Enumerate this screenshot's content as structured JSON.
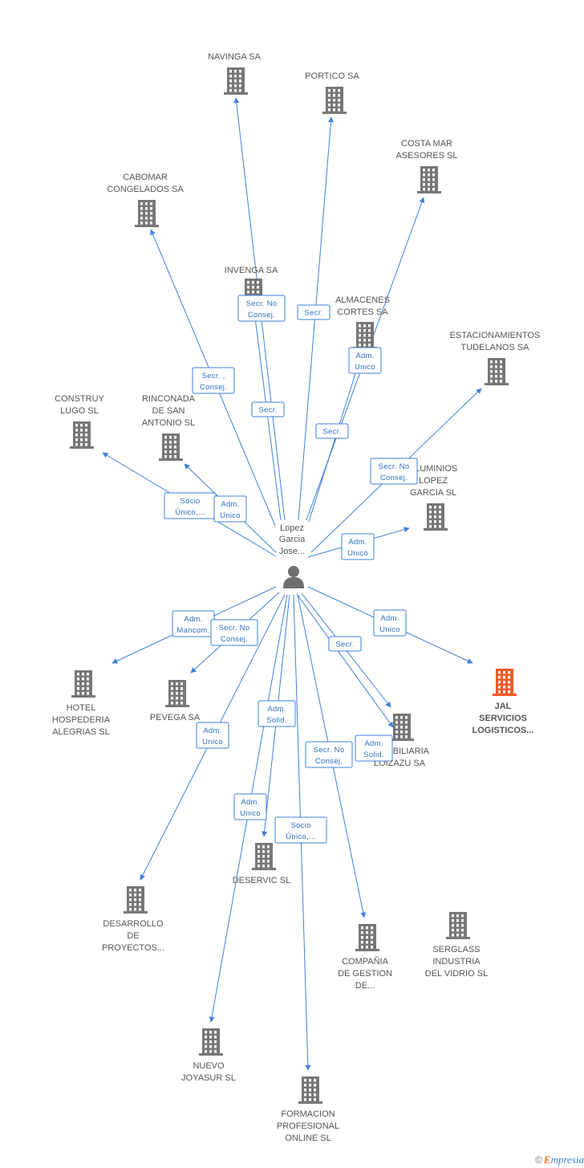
{
  "center": {
    "name_lines": [
      "Lopez",
      "Garcia",
      "Jose..."
    ],
    "icon": "person-icon"
  },
  "colors": {
    "edge": "#3f82d9",
    "building": "#777777",
    "building_highlight": "#f05a28",
    "label": "#555555"
  },
  "companies": [
    {
      "id": "navinga",
      "lines": [
        "NAVINGA SA"
      ]
    },
    {
      "id": "portico",
      "lines": [
        "PORTICO SA"
      ]
    },
    {
      "id": "costa-mar",
      "lines": [
        "COSTA MAR",
        "ASESORES SL"
      ]
    },
    {
      "id": "cabomar",
      "lines": [
        "CABOMAR",
        "CONGELADOS SA"
      ]
    },
    {
      "id": "invenga",
      "lines": [
        "INVENGA SA"
      ]
    },
    {
      "id": "almacenes",
      "lines": [
        "ALMACENES",
        "CORTES SA"
      ]
    },
    {
      "id": "estacionamientos",
      "lines": [
        "ESTACIONAMIENTOS",
        "TUDELANOS SA"
      ]
    },
    {
      "id": "construy",
      "lines": [
        "CONSTRUY",
        "LUGO SL"
      ]
    },
    {
      "id": "rinconada",
      "lines": [
        "RINCONADA",
        "DE SAN",
        "ANTONIO SL"
      ]
    },
    {
      "id": "aluminios",
      "lines": [
        "ALUMINIOS",
        "LOPEZ",
        "GARCIA SL"
      ]
    },
    {
      "id": "hotel",
      "lines": [
        "HOTEL",
        "HOSPEDERIA",
        "ALEGRIAS SL"
      ]
    },
    {
      "id": "pevega",
      "lines": [
        "PEVEGA SA"
      ]
    },
    {
      "id": "jal",
      "lines": [
        "JAL",
        "SERVICIOS",
        "LOGISTICOS..."
      ],
      "highlight": true
    },
    {
      "id": "inmobiliaria",
      "lines": [
        "INMOBILIARIA",
        "LOIZAZU SA"
      ]
    },
    {
      "id": "desarrollo",
      "lines": [
        "DESARROLLO",
        "DE",
        "PROYECTOS..."
      ]
    },
    {
      "id": "deservic",
      "lines": [
        "DESERVIC SL"
      ]
    },
    {
      "id": "compania",
      "lines": [
        "COMPAÑIA",
        "DE GESTION",
        "DE..."
      ]
    },
    {
      "id": "serglass",
      "lines": [
        "SERGLASS",
        "INDUSTRIA",
        "DEL VIDRIO SL"
      ]
    },
    {
      "id": "nuevo-joyasur",
      "lines": [
        "NUEVO",
        "JOYASUR SL"
      ]
    },
    {
      "id": "formacion",
      "lines": [
        "FORMACION",
        "PROFESIONAL",
        "ONLINE SL"
      ]
    }
  ],
  "edges": [
    {
      "to": "navinga",
      "role": [
        "Secr. No",
        "Consej."
      ]
    },
    {
      "to": "portico",
      "role": [
        "Secr."
      ]
    },
    {
      "to": "costa-mar",
      "role": [
        "Adm.",
        "Unico"
      ]
    },
    {
      "to": "cabomar",
      "role": [
        "Secr. ,",
        "Consej."
      ]
    },
    {
      "to": "invenga",
      "role": [
        "Secr."
      ]
    },
    {
      "to": "almacenes",
      "role": [
        "Secr."
      ]
    },
    {
      "to": "estacionamientos",
      "role": [
        "Secr. No",
        "Consej."
      ]
    },
    {
      "to": "construy",
      "role": [
        "Socio",
        "Único,..."
      ]
    },
    {
      "to": "rinconada",
      "role": [
        "Adm.",
        "Unico"
      ]
    },
    {
      "to": "aluminios",
      "role": [
        "Adm.",
        "Unico"
      ]
    },
    {
      "to": "hotel",
      "role": [
        "Adm.",
        "Mancom."
      ]
    },
    {
      "to": "pevega",
      "role": [
        "Secr. No",
        "Consej."
      ]
    },
    {
      "to": "jal",
      "role": [
        "Adm.",
        "Unico"
      ]
    },
    {
      "to": "inmobiliaria",
      "role": [
        "Secr."
      ]
    },
    {
      "to": "inmobiliaria",
      "role": [
        "Adm.",
        "Solid."
      ]
    },
    {
      "to": "desarrollo",
      "role": [
        "Adm.",
        "Unico"
      ]
    },
    {
      "to": "deservic",
      "role": [
        "Adm.",
        "Solid."
      ]
    },
    {
      "to": "compania",
      "role": [
        "Secr. No",
        "Consej."
      ]
    },
    {
      "to": "nuevo-joyasur",
      "role": [
        "Adm.",
        "Unico"
      ]
    },
    {
      "to": "formacion",
      "role": [
        "Socio",
        "Único,..."
      ]
    }
  ],
  "footer": {
    "copyright": "©",
    "brand_e": "E",
    "brand_rest": "mpresia"
  }
}
